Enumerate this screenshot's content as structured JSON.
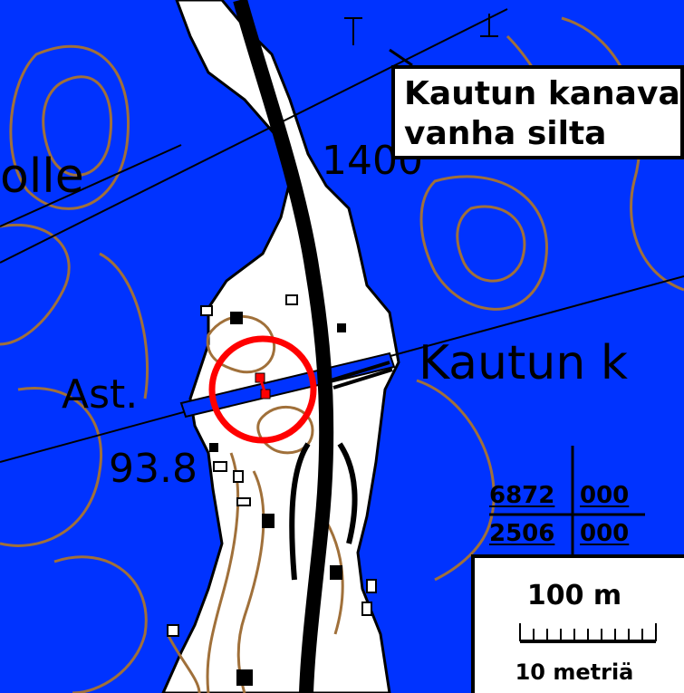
{
  "map": {
    "callout_lines": [
      "Kautun kanavan",
      "vanha silta"
    ],
    "labels": {
      "place_left": "olle",
      "place_right": "Kautun k",
      "ast": "Ast.",
      "elevation": "93.8",
      "number_top": "1400"
    },
    "grid": {
      "north_km": "6872",
      "north_m": "000",
      "east_km": "2506",
      "east_m": "000"
    },
    "scale": {
      "main_label": "100 m",
      "sub_label": "10 metriä"
    },
    "colors": {
      "water": "#0033ff",
      "land": "#ffffff",
      "contour": "#a0703a",
      "road": "#000000",
      "marker": "#ff0000"
    }
  }
}
